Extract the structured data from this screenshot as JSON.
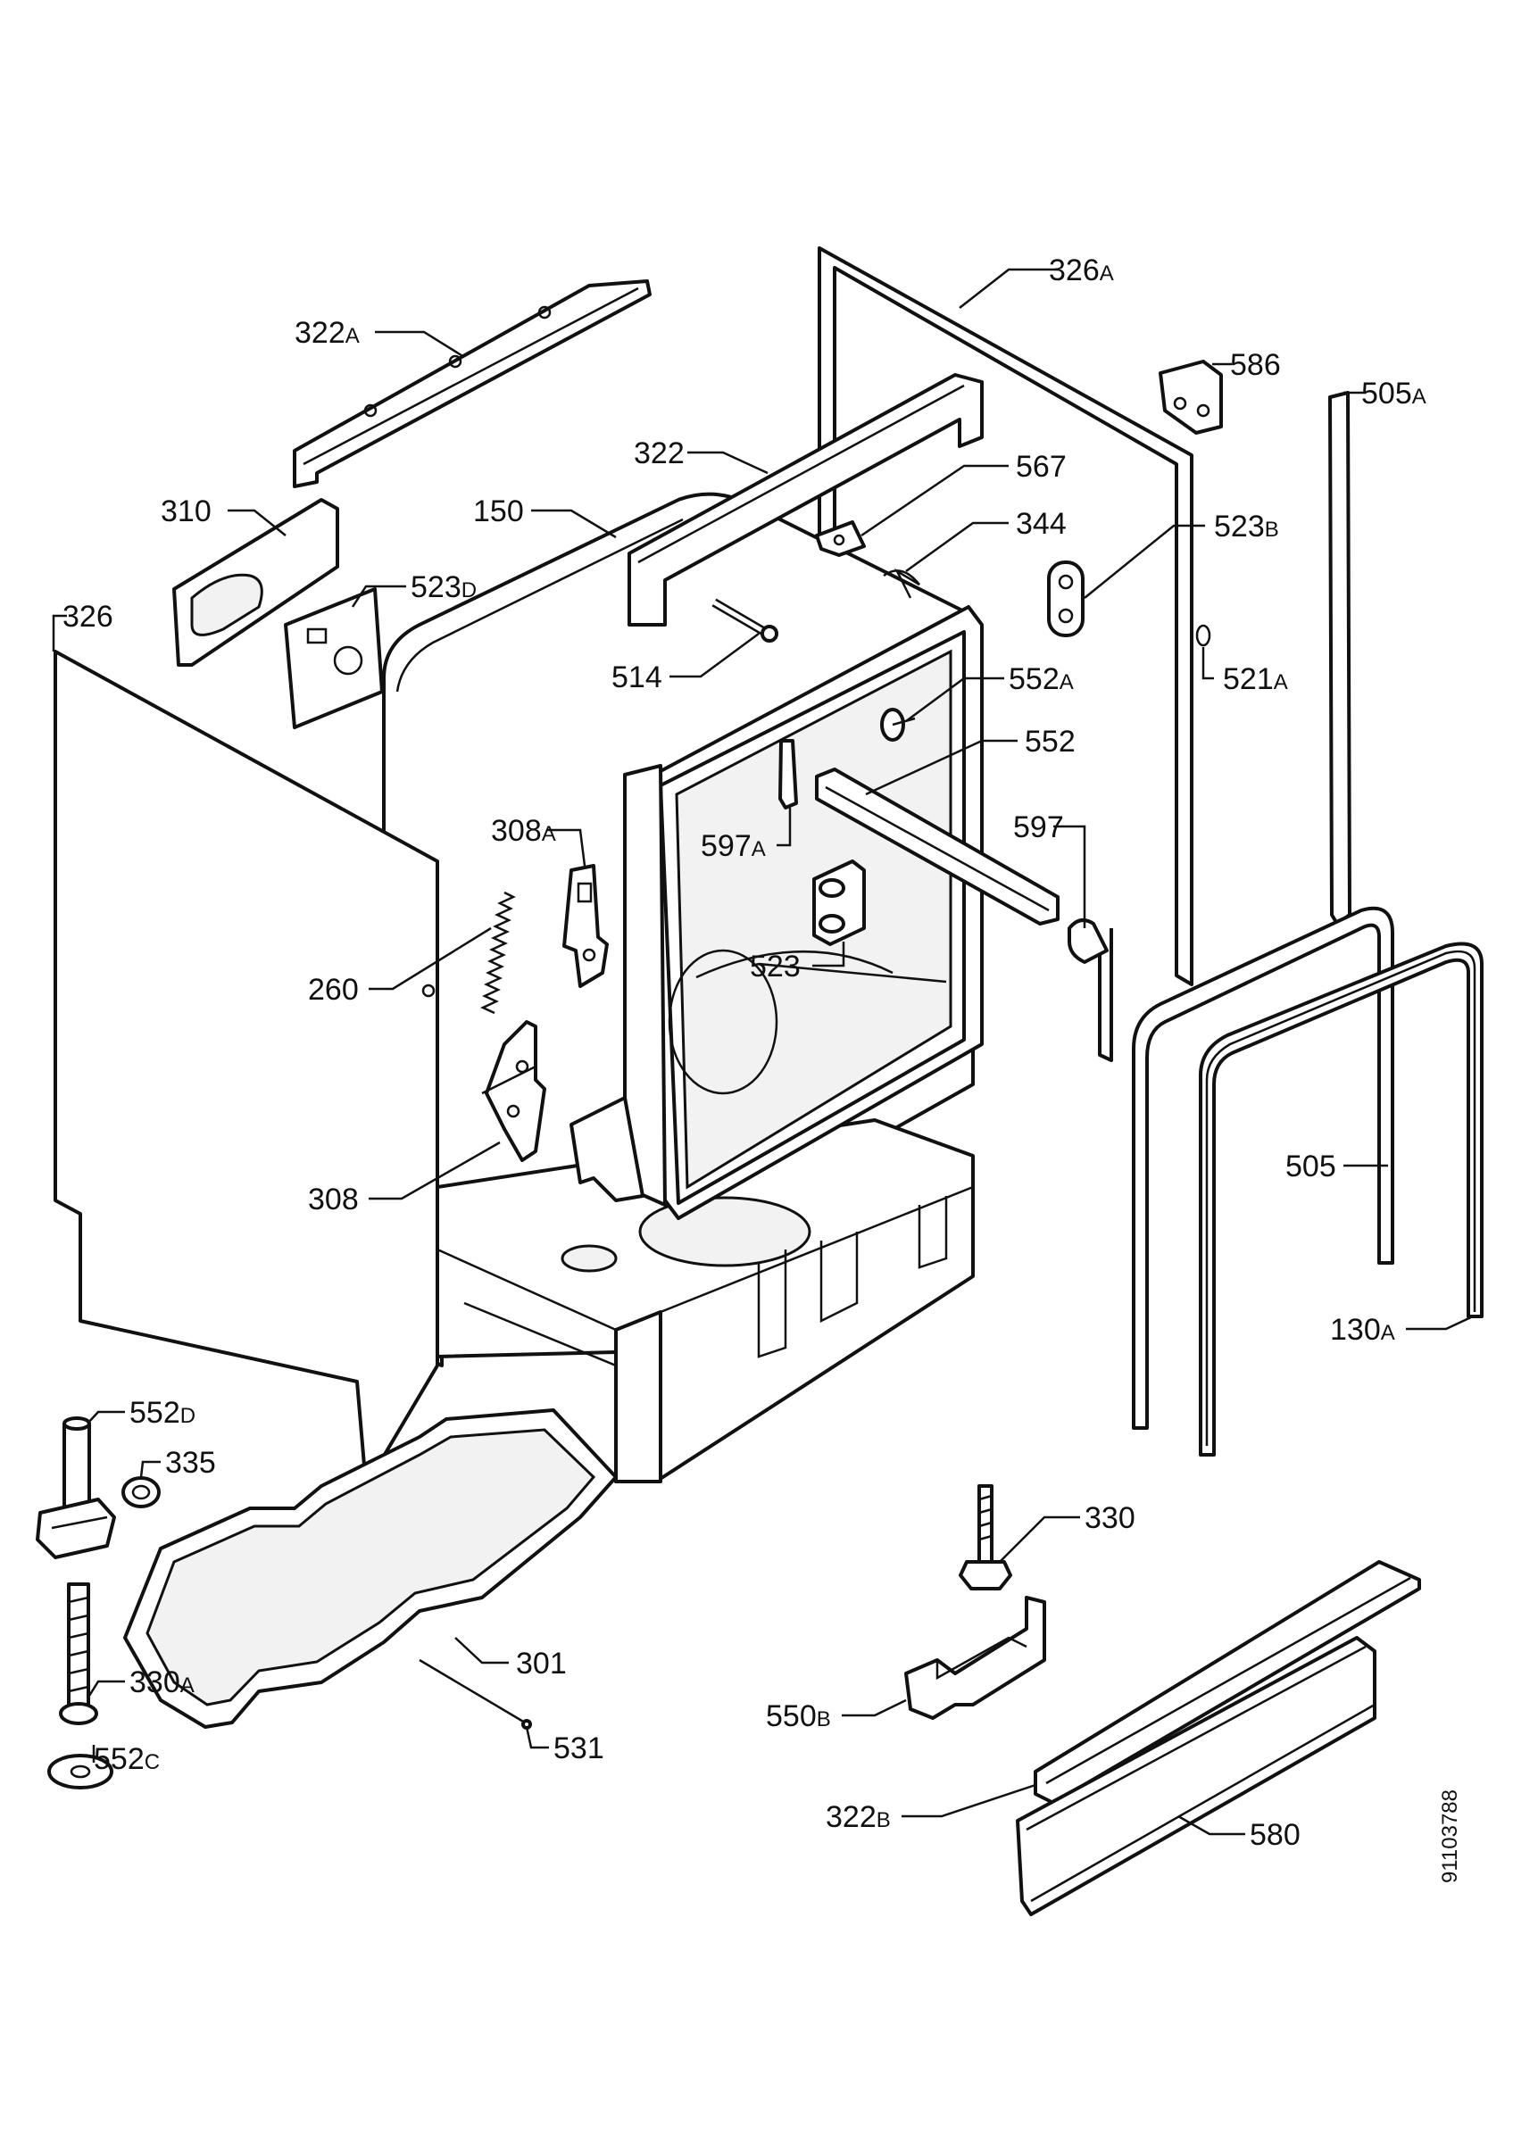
{
  "labels": [
    {
      "num": "322",
      "suffix": "A"
    },
    {
      "num": "326",
      "suffix": "A"
    },
    {
      "num": "586",
      "suffix": ""
    },
    {
      "num": "505",
      "suffix": "A"
    },
    {
      "num": "322",
      "suffix": ""
    },
    {
      "num": "567",
      "suffix": ""
    },
    {
      "num": "310",
      "suffix": ""
    },
    {
      "num": "150",
      "suffix": ""
    },
    {
      "num": "344",
      "suffix": ""
    },
    {
      "num": "523",
      "suffix": "B"
    },
    {
      "num": "523",
      "suffix": "D"
    },
    {
      "num": "326",
      "suffix": ""
    },
    {
      "num": "514",
      "suffix": ""
    },
    {
      "num": "521",
      "suffix": "A"
    },
    {
      "num": "552",
      "suffix": "A"
    },
    {
      "num": "552",
      "suffix": ""
    },
    {
      "num": "308",
      "suffix": "A"
    },
    {
      "num": "597",
      "suffix": "A"
    },
    {
      "num": "597",
      "suffix": ""
    },
    {
      "num": "260",
      "suffix": ""
    },
    {
      "num": "523",
      "suffix": ""
    },
    {
      "num": "308",
      "suffix": ""
    },
    {
      "num": "505",
      "suffix": ""
    },
    {
      "num": "130",
      "suffix": "A"
    },
    {
      "num": "552",
      "suffix": "D"
    },
    {
      "num": "335",
      "suffix": ""
    },
    {
      "num": "330",
      "suffix": ""
    },
    {
      "num": "301",
      "suffix": ""
    },
    {
      "num": "330",
      "suffix": "A"
    },
    {
      "num": "531",
      "suffix": ""
    },
    {
      "num": "550",
      "suffix": "B"
    },
    {
      "num": "552",
      "suffix": "C"
    },
    {
      "num": "322",
      "suffix": "B"
    },
    {
      "num": "580",
      "suffix": ""
    }
  ],
  "drawing_number": "91103788"
}
